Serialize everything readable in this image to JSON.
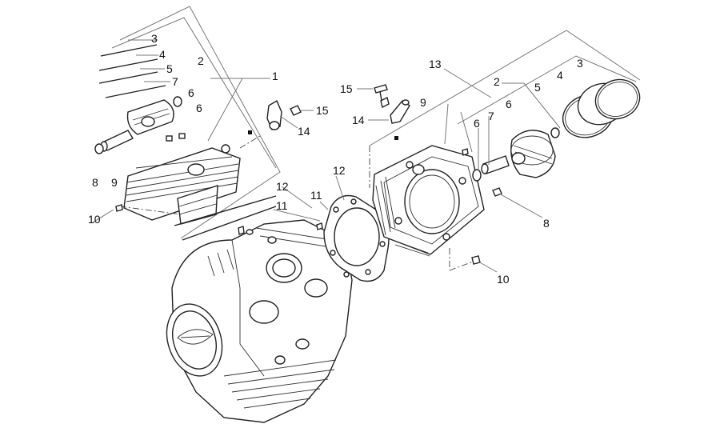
{
  "labels": {
    "l1": "1",
    "l2a": "2",
    "l3a": "3",
    "l4a": "4",
    "l5a": "5",
    "l7a": "7",
    "l6a": "6",
    "l6b": "6",
    "l8a": "8",
    "l9a": "9",
    "l10a": "10",
    "l11a": "11",
    "l12a": "12",
    "l15a": "15",
    "l14a": "14",
    "l13": "13",
    "l2b": "2",
    "l3b": "3",
    "l4b": "4",
    "l5b": "5",
    "l6c": "6",
    "l6d": "6",
    "l7b": "7",
    "l9b": "9",
    "l15b": "15",
    "l14b": "14",
    "l12b": "12",
    "l11b": "11",
    "l8b": "8",
    "l10b": "10"
  }
}
